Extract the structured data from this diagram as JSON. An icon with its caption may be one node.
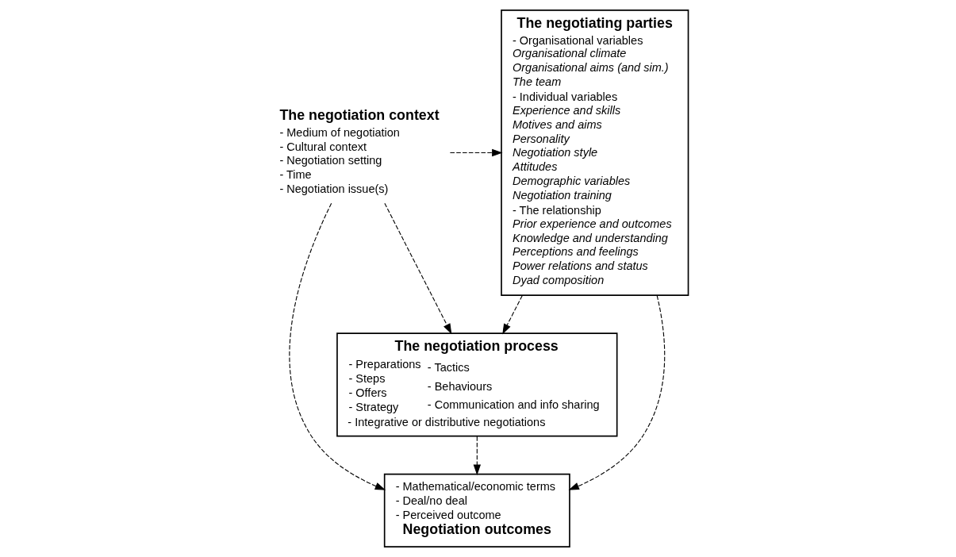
{
  "diagram": {
    "nodes": [
      {
        "text": [
          "The negotiating parties",
          "- Organisational variables",
          "Organisational climate",
          "Organisational aims (and sim.)",
          "The team",
          "- Individual variables",
          "Experience and skills",
          "Motives and aims",
          "Personality",
          "Negotiation style",
          "Attitudes",
          "Demographic variables",
          "Negotiation training",
          "- The relationship",
          "Prior experience and outcomes",
          "Knowledge and understanding",
          "Perceptions and feelings",
          "Power relations and status",
          "Dyad composition"
        ]
      },
      {
        "text": [
          "The negotiation context",
          "- Medium of negotiation",
          "- Cultural context",
          "- Negotiation setting",
          "- Time",
          "- Negotiation issue(s)"
        ]
      },
      {
        "text": [
          "The negotiation process",
          "- Preparations",
          "- Steps",
          "- Offers",
          "- Strategy",
          "- Tactics",
          "- Behaviours",
          "- Communication and info sharing",
          "- Integrative or distributive negotiations"
        ]
      },
      {
        "text": [
          "- Mathematical/economic terms",
          "- Deal/no deal",
          "- Perceived outcome",
          "Negotiation outcomes"
        ]
      }
    ],
    "edges": [
      {
        "from": 1,
        "to": 0,
        "arrow": "to",
        "style": "dashed"
      },
      {
        "from": 0,
        "to": 2,
        "arrow": "to",
        "style": "dashed"
      },
      {
        "from": 1,
        "to": 2,
        "arrow": "to",
        "style": "dashed"
      },
      {
        "from": 0,
        "to": 3,
        "arrow": "to",
        "style": "dashed"
      },
      {
        "from": 2,
        "to": 3,
        "arrow": "to",
        "style": "dashed"
      },
      {
        "from": 1,
        "to": 3,
        "arrow": "to",
        "style": "dashed"
      }
    ]
  }
}
